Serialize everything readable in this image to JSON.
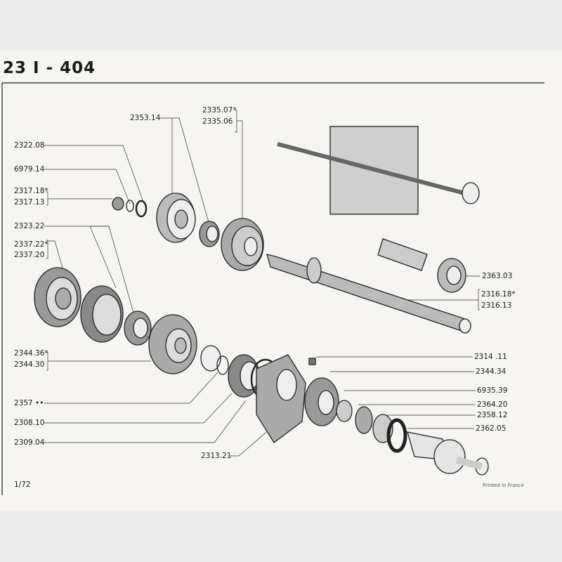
{
  "title": "23 I - 404",
  "page_number": "1/72",
  "printed": "Printed in France",
  "labels": {
    "l2353_14": "2353.14",
    "l2335_07": "2335.07*",
    "l2335_06": "2335.06",
    "l2322_08": "2322.08",
    "l6979_14": "6979.14",
    "l2317_18": "2317.18*",
    "l2317_13": "2317.13",
    "l2323_22": "2323.22",
    "l2337_22": "2337.22*",
    "l2337_20": "2337.20",
    "l2344_36": "2344.36*",
    "l2344_30": "2344.30",
    "l2357": "2357 ••",
    "l2308_10": "2308.10",
    "l2309_04": "2309.04",
    "l2313_21": "2313.21",
    "l2363_03": "2363.03",
    "l2316_18": "2316.18*",
    "l2316_13": "2316.13",
    "l2314_11": "2314 .11",
    "l2344_34": "2344.34",
    "l6935_39": "6935.39",
    "l2364_20": "2364.20",
    "l2358_12": "2358.12",
    "l2362_05": "2362.05"
  }
}
